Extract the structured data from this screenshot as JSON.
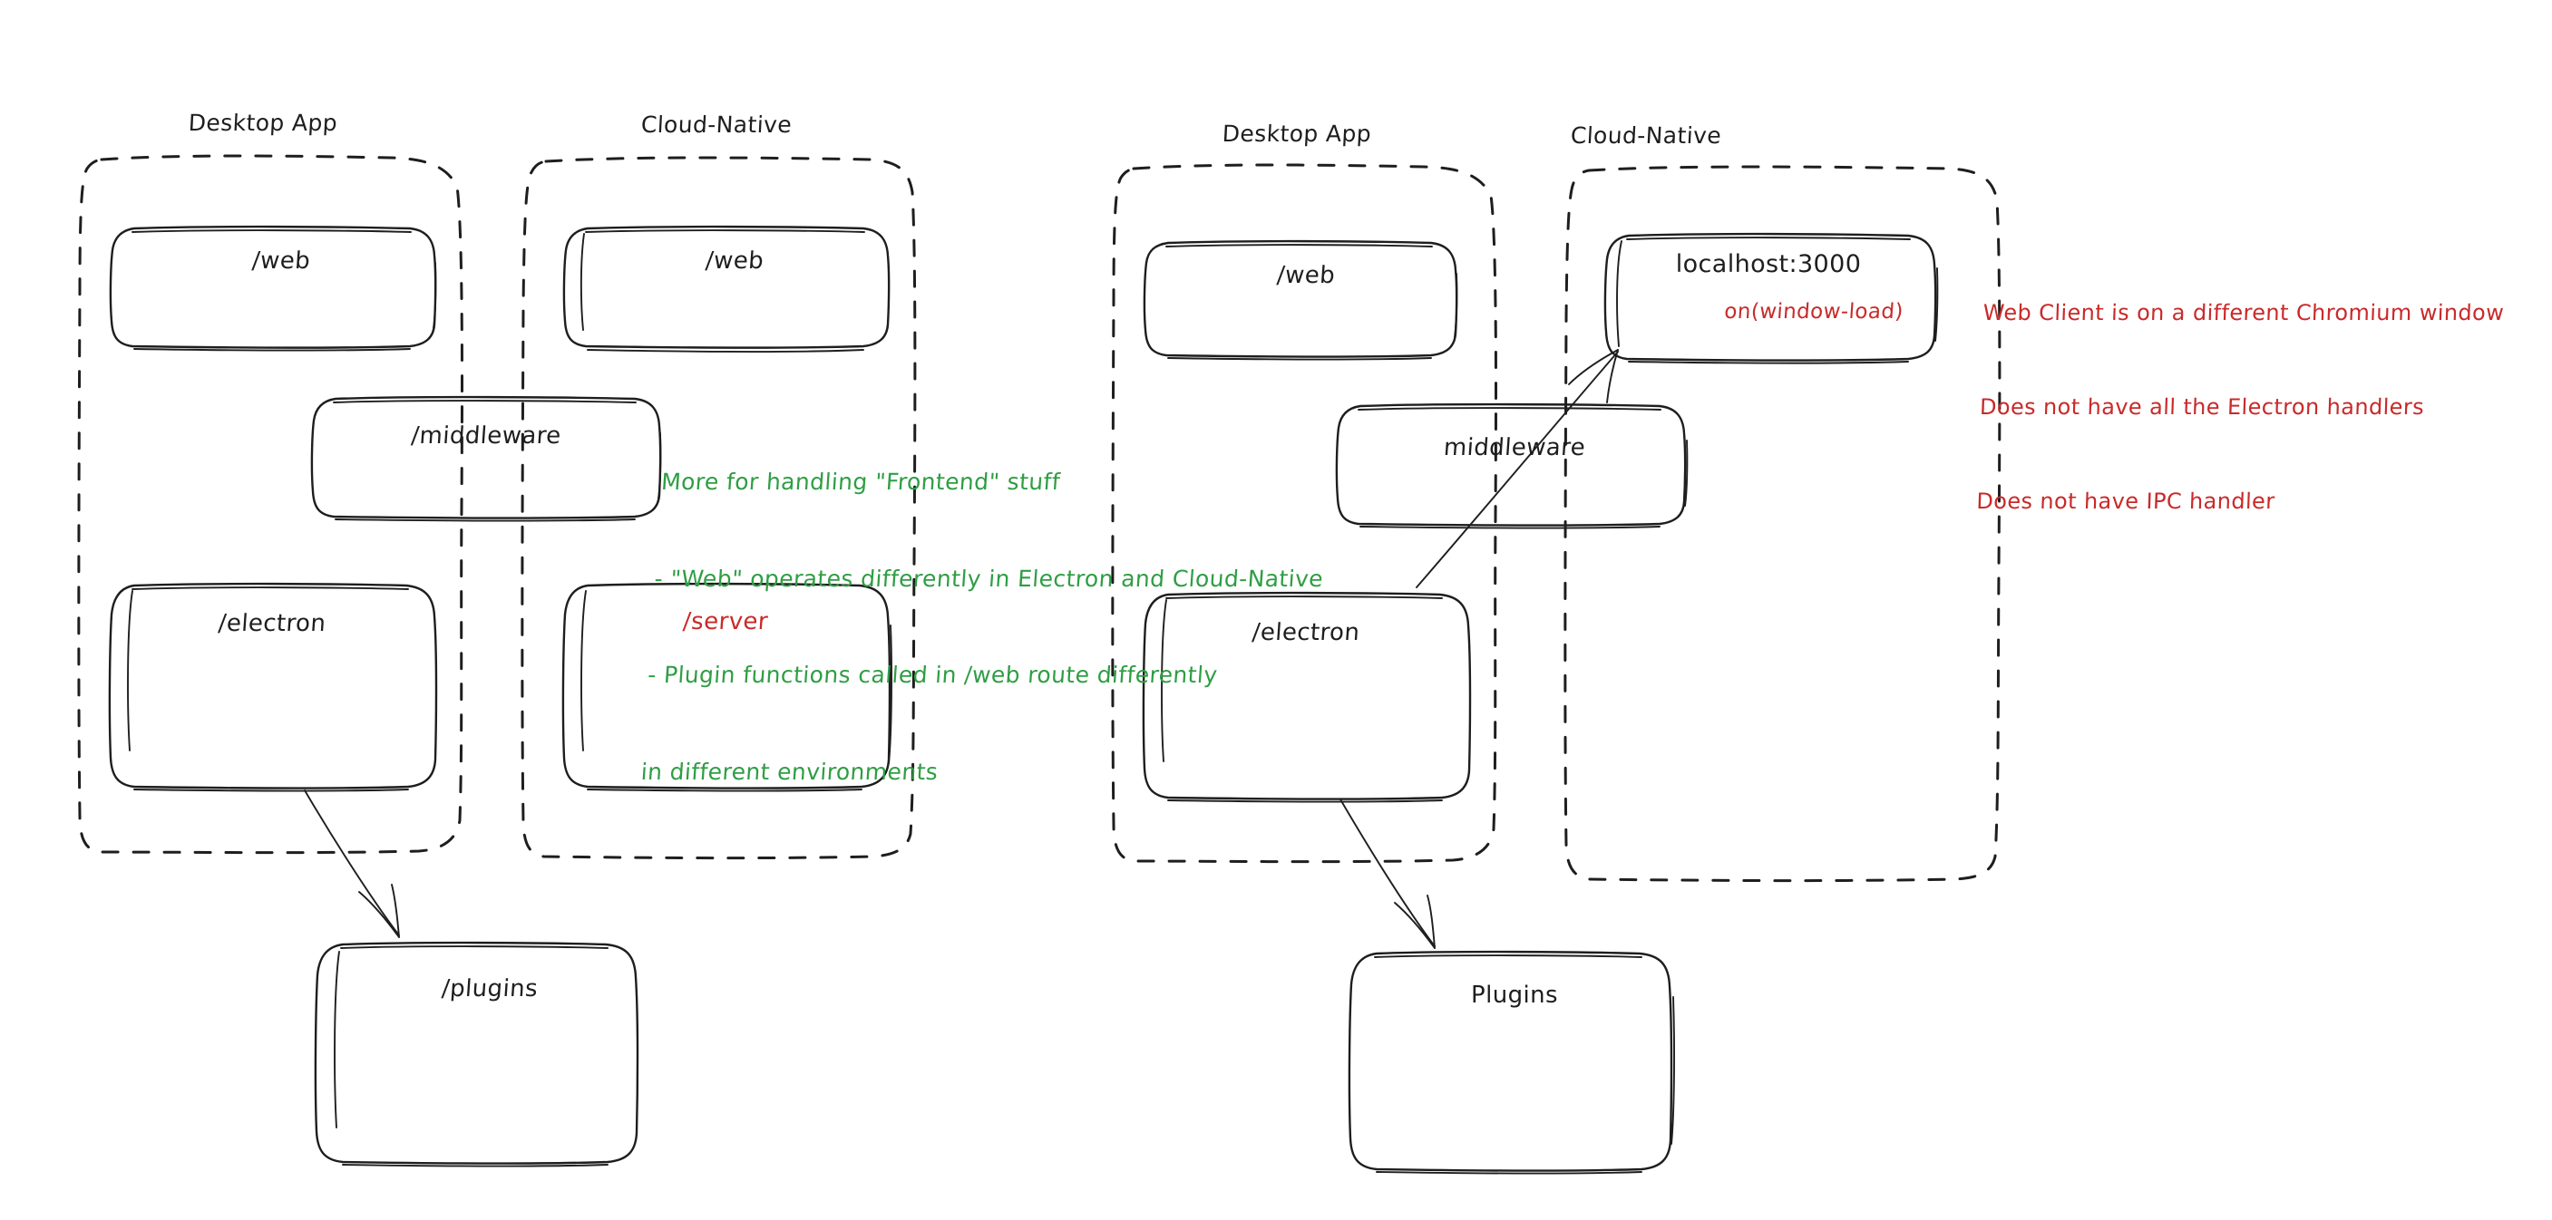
{
  "page": {
    "background": "#ffffff",
    "ink": "#1e1e1e",
    "accent_red": "#c92a2a",
    "accent_green": "#2f9e44",
    "style": "hand-drawn sketch (excalidraw)"
  },
  "diagrams": [
    {
      "id": "left-diagram",
      "containers": [
        {
          "id": "left-desktop-app",
          "label": "Desktop App",
          "boxes": [
            {
              "id": "left-web",
              "label": "/web",
              "color": "#1e1e1e"
            },
            {
              "id": "left-electron",
              "label": "/electron",
              "color": "#1e1e1e"
            }
          ]
        },
        {
          "id": "left-cloud-native",
          "label": "Cloud-Native",
          "boxes": [
            {
              "id": "left-web-cloud",
              "label": "/web",
              "color": "#1e1e1e"
            },
            {
              "id": "left-server",
              "label": "/server",
              "color": "#c92a2a"
            }
          ]
        }
      ],
      "straddling_boxes": [
        {
          "id": "left-middleware",
          "label": "/middleware",
          "color": "#1e1e1e"
        }
      ],
      "external_boxes": [
        {
          "id": "left-plugins",
          "label": "/plugins",
          "color": "#1e1e1e"
        }
      ],
      "arrows": [
        {
          "id": "left-electron-to-plugins",
          "from": "left-electron",
          "to": "left-plugins"
        }
      ]
    },
    {
      "id": "right-diagram",
      "containers": [
        {
          "id": "right-desktop-app",
          "label": "Desktop App",
          "boxes": [
            {
              "id": "right-web",
              "label": "/web",
              "color": "#1e1e1e"
            },
            {
              "id": "right-electron",
              "label": "/electron",
              "color": "#1e1e1e"
            }
          ]
        },
        {
          "id": "right-cloud-native",
          "label": "Cloud-Native",
          "boxes": [
            {
              "id": "right-localhost",
              "label": "localhost:3000",
              "sublabel": "on(window-load)",
              "color": "#1e1e1e",
              "sublabel_color": "#c92a2a"
            }
          ]
        }
      ],
      "straddling_boxes": [
        {
          "id": "right-middleware",
          "label": "middleware",
          "color": "#1e1e1e"
        }
      ],
      "external_boxes": [
        {
          "id": "right-plugins",
          "label": "Plugins",
          "color": "#1e1e1e"
        }
      ],
      "arrows": [
        {
          "id": "right-electron-to-plugins",
          "from": "right-electron",
          "to": "right-plugins"
        },
        {
          "id": "right-electron-to-localhost",
          "from": "right-electron",
          "to": "right-localhost"
        }
      ]
    }
  ],
  "annotations": {
    "green_note": {
      "id": "frontend-note",
      "color": "#2f9e44",
      "lines": [
        "More for handling \"Frontend\" stuff",
        "- \"Web\" operates differently in Electron and Cloud-Native",
        "- Plugin functions called in /web route differently",
        "in different environments"
      ]
    },
    "red_note": {
      "id": "web-client-note",
      "color": "#c92a2a",
      "lines": [
        "Web Client is on a different Chromium window",
        "Does not have all the Electron handlers",
        "Does not have IPC handler"
      ]
    }
  }
}
